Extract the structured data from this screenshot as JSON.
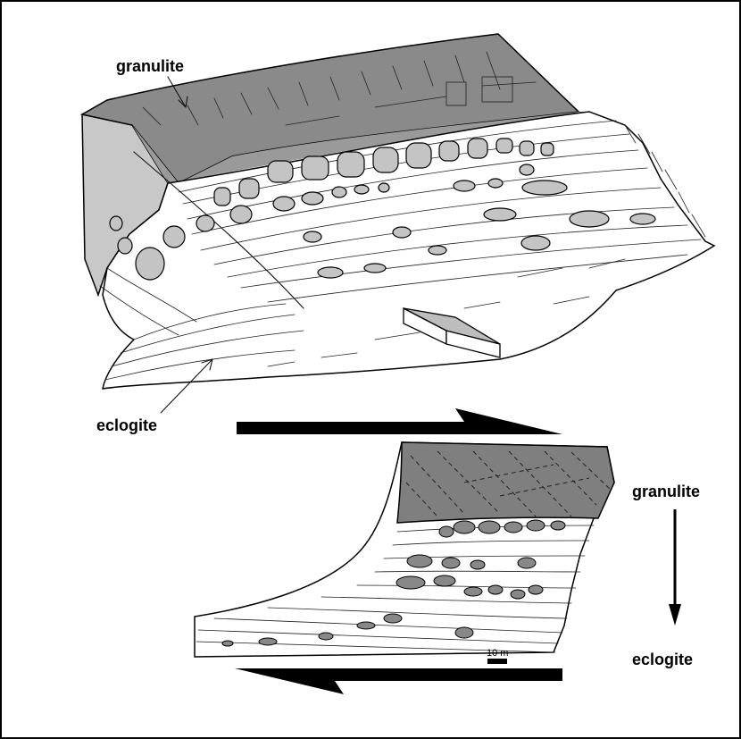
{
  "labels": {
    "top_granulite": "granulite",
    "top_eclogite": "eclogite",
    "side_granulite": "granulite",
    "side_eclogite": "eclogite",
    "scale_bar": "10 m"
  },
  "colors": {
    "granulite_fill": "#8c8c8c",
    "side_face": "#bdbdbd",
    "boudin_fill": "#c4c4c4",
    "outline": "#000000",
    "background": "#ffffff"
  },
  "icons": [
    "shear-arrow-right",
    "shear-arrow-left",
    "gradient-arrow-down"
  ]
}
